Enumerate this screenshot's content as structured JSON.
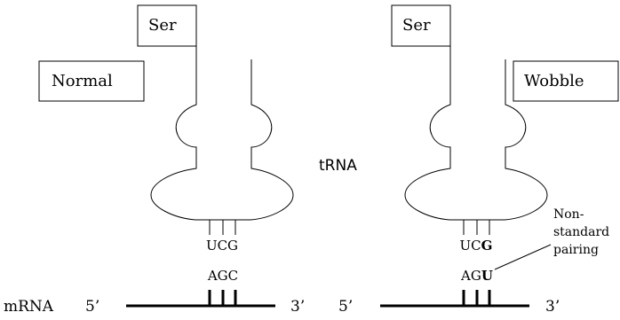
{
  "left_panel": {
    "amino_acid": "Ser",
    "mode_label": "Normal",
    "anticodon": "UCG",
    "codon": "AGC",
    "mrna_5": "5’",
    "mrna_3": "3’"
  },
  "right_panel": {
    "amino_acid": "Ser",
    "mode_label": "Wobble",
    "anticodon_plain": "UC",
    "anticodon_bold": "G",
    "codon_plain": "AG",
    "codon_bold": "U",
    "mrna_5": "5’",
    "mrna_3": "3’"
  },
  "center_label": "tRNA",
  "mrna_label": "mRNA",
  "annotation": {
    "line1": "Non-",
    "line2": "standard",
    "line3": "pairing"
  }
}
